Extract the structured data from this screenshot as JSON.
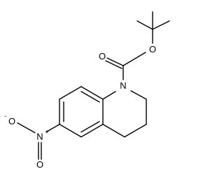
{
  "structure": {
    "atoms": {
      "carbonyl_oxygen": "O",
      "ester_oxygen": "O",
      "ring_nitrogen": "N",
      "nitro_oxygen": "O",
      "nitro_oxygen_charge": "-",
      "nitro_nitrogen": "N",
      "nitro_nitrogen_charge": "+",
      "nitro_double_oxygen": "O"
    },
    "colors": {
      "bond": "#000000",
      "label": "#000000",
      "background": "#ffffff"
    }
  }
}
